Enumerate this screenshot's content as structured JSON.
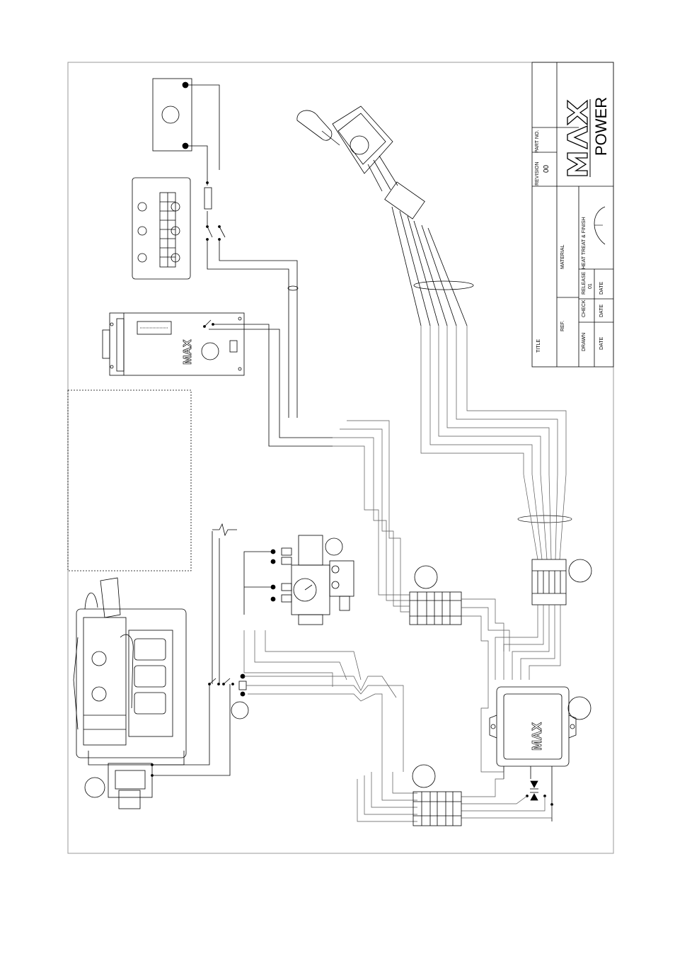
{
  "title_block": {
    "title_label": "TITLE",
    "ref_label": "REF.",
    "material_label": "MATERIAL",
    "heat_treat_label": "HEAT TREAT & FINISH",
    "revision_label": "REVISION",
    "revision_value": "00",
    "part_no_label": "PART NO.",
    "release_label": "RELEASE",
    "release_value": "01",
    "drawn_label": "DRAWN",
    "check_label": "CHECK",
    "date_label_1": "DATE",
    "date_label_2": "DATE",
    "date_label_3": "DATE",
    "logo_text": "MAX",
    "brand_text": "POWER"
  },
  "component_logos": {
    "control_box_logo": "MAX",
    "controller_logo": "MAX"
  },
  "colors": {
    "line": "#000000",
    "wire": "#555555",
    "frame": "#999999",
    "paper": "#ffffff"
  }
}
